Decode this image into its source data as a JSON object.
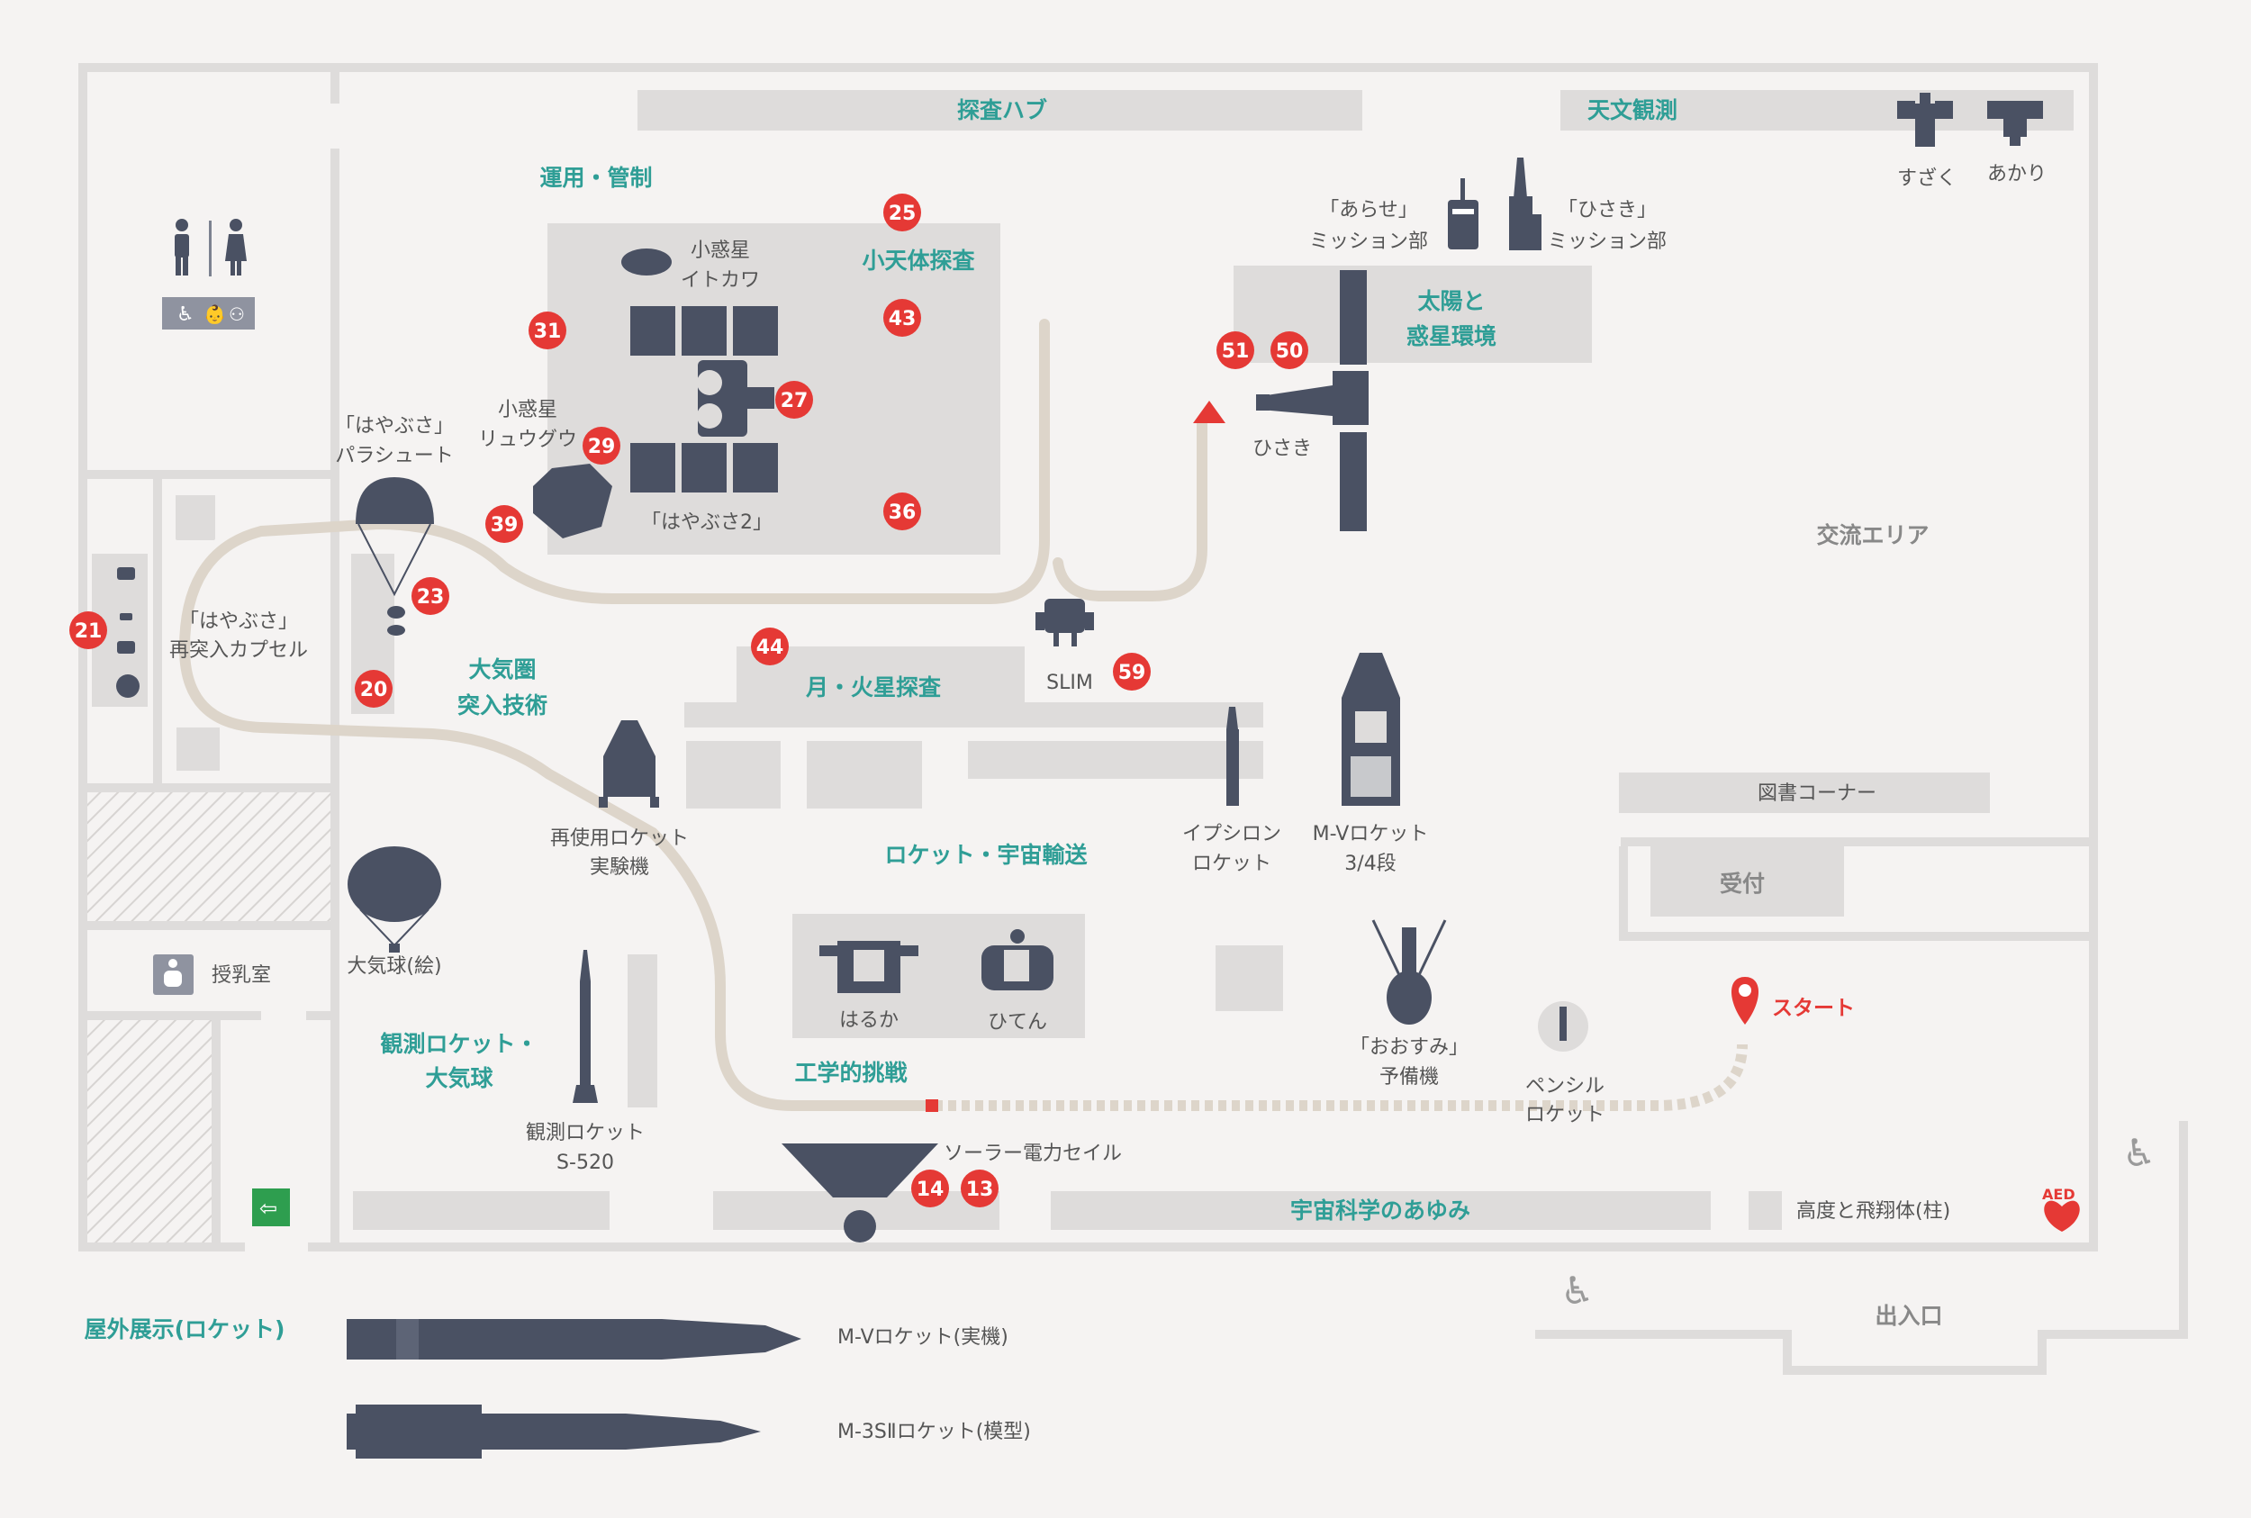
{
  "zones": {
    "tansa_hub": "探査ハブ",
    "tenmon": "天文観測",
    "unyo": "運用・管制",
    "shotentai": "小天体探査",
    "taiyo1": "太陽と",
    "taiyo2": "惑星環境",
    "koryu": "交流エリア",
    "taikiken1": "大気圏",
    "taikiken2": "突入技術",
    "tsuki_kasei": "月・火星探査",
    "rocket_yuso": "ロケット・宇宙輸送",
    "kansoku1": "観測ロケット・",
    "kansoku2": "大気球",
    "kogaku": "工学的挑戦",
    "ayumi": "宇宙科学のあゆみ",
    "tosho": "図書コーナー",
    "uketsuke": "受付",
    "deiriguchi": "出入口",
    "okugai": "屋外展示(ロケット)",
    "start": "スタート"
  },
  "labels": {
    "suzaku": "すざく",
    "akari": "あかり",
    "arase1": "「あらせ」",
    "arase2": "ミッション部",
    "hisaki_m1": "「ひさき」",
    "hisaki_m2": "ミッション部",
    "hisaki": "ひさき",
    "itokawa1": "小惑星",
    "itokawa2": "イトカワ",
    "ryugu1": "小惑星",
    "ryugu2": "リュウグウ",
    "hayabusa2": "「はやぶさ2」",
    "parachute1": "「はやぶさ」",
    "parachute2": "パラシュート",
    "capsule1": "「はやぶさ」",
    "capsule2": "再突入カプセル",
    "slim": "SLIM",
    "reusable1": "再使用ロケット",
    "reusable2": "実験機",
    "epsilon1": "イプシロン",
    "epsilon2": "ロケット",
    "mv1": "M-Vロケット",
    "mv2": "3/4段",
    "balloon": "大気球(絵)",
    "nursing": "授乳室",
    "haruka": "はるか",
    "hiten": "ひてん",
    "ohsumi1": "「おおすみ」",
    "ohsumi2": "予備機",
    "pencil1": "ペンシル",
    "pencil2": "ロケット",
    "s520_1": "観測ロケット",
    "s520_2": "S-520",
    "solar_sail": "ソーラー電力セイル",
    "altitude": "高度と飛翔体(柱)",
    "mv_real": "M-Vロケット(実機)",
    "m3s2": "M-3SⅡロケット(模型)",
    "aed": "AED"
  },
  "markers": [
    {
      "id": "m25",
      "num": "25"
    },
    {
      "id": "m43",
      "num": "43"
    },
    {
      "id": "m31",
      "num": "31"
    },
    {
      "id": "m27",
      "num": "27"
    },
    {
      "id": "m29",
      "num": "29"
    },
    {
      "id": "m39",
      "num": "39"
    },
    {
      "id": "m36",
      "num": "36"
    },
    {
      "id": "m51",
      "num": "51"
    },
    {
      "id": "m50",
      "num": "50"
    },
    {
      "id": "m23",
      "num": "23"
    },
    {
      "id": "m21",
      "num": "21"
    },
    {
      "id": "m20",
      "num": "20"
    },
    {
      "id": "m44",
      "num": "44"
    },
    {
      "id": "m59",
      "num": "59"
    },
    {
      "id": "m14",
      "num": "14"
    },
    {
      "id": "m13",
      "num": "13"
    }
  ],
  "colors": {
    "background": "#f5f3f2",
    "wall": "#dedcdb",
    "block": "#dedcdb",
    "icon": "#4a5163",
    "accent_teal": "#2f9e96",
    "marker_red": "#e53935",
    "route": "#ddd5ca"
  },
  "icons": [
    "restroom-icon",
    "wheelchair-icon",
    "emergency-exit-icon",
    "aed-icon",
    "nursing-room-icon",
    "location-pin-icon"
  ]
}
